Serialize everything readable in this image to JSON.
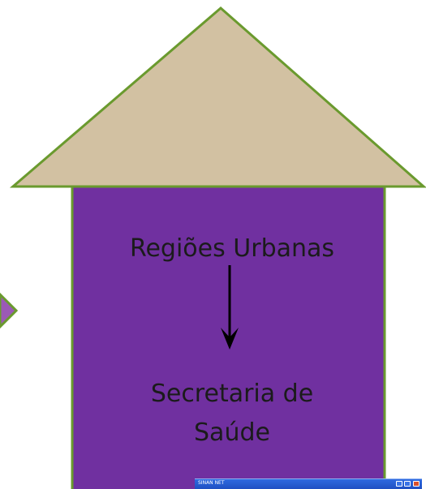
{
  "diagram": {
    "roof_color": "#d2c1a2",
    "roof_border_color": "#6a9a2e",
    "house_body_color": "#7030a0",
    "house_border_color": "#6a9a2e",
    "side_shape_color": "#9b59b6",
    "arrow_color": "#000000",
    "top_label": "Regiões Urbanas",
    "bottom_label_line1": "Secretaria de",
    "bottom_label_line2": "Saúde"
  },
  "embedded_window": {
    "title": "SINAN NET",
    "icons": [
      "minimize-icon",
      "maximize-icon",
      "close-icon"
    ]
  }
}
